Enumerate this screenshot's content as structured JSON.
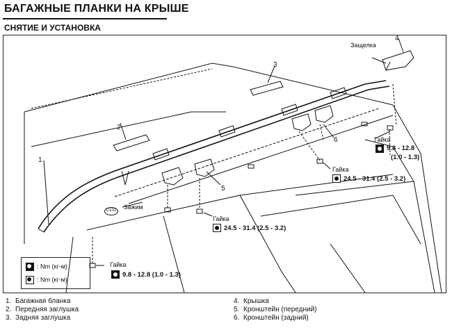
{
  "header": {
    "title": "БАГАЖНЫЕ ПЛАНКИ НА КРЫШЕ",
    "subtitle": "СНЯТИЕ И УСТАНОВКА"
  },
  "drawing": {
    "callouts": {
      "c1": "1",
      "c2": "2",
      "c3": "3",
      "c4": "4",
      "c5": "5",
      "c6": "6"
    },
    "labels": {
      "latch": "Защелка",
      "clip": "Зажим",
      "clip_code": "C101",
      "nut_top": "Гайка",
      "nut_mid": "Гайка",
      "nut_center": "Гайка",
      "nut_bottom": "Гайка"
    },
    "torques": {
      "top": "9.8 - 12.8",
      "top_alt": "(1.0 - 1.3)",
      "mid": "24.5 - 31.4 (2.5 - 3.2)",
      "center": "24.5 - 31.4 (2.5 - 3.2)",
      "bottom": "9.8 - 12.8 (1.0 - 1.3)"
    }
  },
  "legend": {
    "row1": ": Nm (кг-м)",
    "row2": ": Nm (кг-м)"
  },
  "parts": {
    "left": [
      {
        "n": "1.",
        "name": "Багажная бланка"
      },
      {
        "n": "2.",
        "name": "Передняя заглушка"
      },
      {
        "n": "3.",
        "name": "Задняя заглушка"
      }
    ],
    "right": [
      {
        "n": "4.",
        "name": "Крышка"
      },
      {
        "n": "5.",
        "name": "Кронштейн (передний)"
      },
      {
        "n": "6.",
        "name": "Кронштейн (задний)"
      }
    ]
  }
}
